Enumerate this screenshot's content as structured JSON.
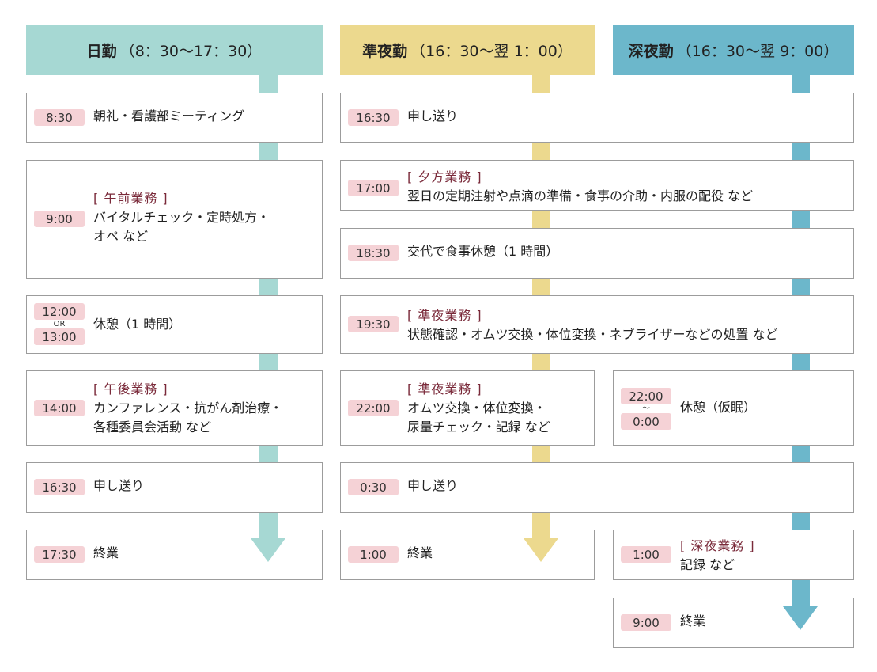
{
  "columns": [
    {
      "name": "日勤",
      "time": "（8：30〜17：30）",
      "color": "#a6d8d3",
      "items": [
        {
          "time": "8:30",
          "lines": [
            "朝礼・看護部ミーティング"
          ]
        },
        {
          "time": "9:00",
          "category": "[ 午前業務 ]",
          "lines": [
            "バイタルチェック・定時処方・",
            "オペ など"
          ]
        },
        {
          "time": "12:00",
          "time_sep": "OR",
          "time2": "13:00",
          "lines": [
            "休憩（1 時間）"
          ]
        },
        {
          "time": "14:00",
          "category": "[ 午後業務 ]",
          "lines": [
            "カンファレンス・抗がん剤治療・",
            "各種委員会活動 など"
          ]
        },
        {
          "time": "16:30",
          "lines": [
            "申し送り"
          ]
        },
        {
          "time": "17:30",
          "lines": [
            "終業"
          ]
        }
      ]
    },
    {
      "name": "準夜勤",
      "time": "（16：30〜翌 1：00）",
      "color": "#ecd98e",
      "items": [
        {
          "time": "16:30",
          "lines": [
            "申し送り"
          ]
        },
        {
          "time": "17:00",
          "category": "[ 夕方業務 ]",
          "lines": [
            "翌日の定期注射や点滴の準備・食事の介助・内服の配役 など"
          ]
        },
        {
          "time": "18:30",
          "lines": [
            "交代で食事休憩（1 時間）"
          ]
        },
        {
          "time": "19:30",
          "category": "[ 準夜業務 ]",
          "lines": [
            "状態確認・オムツ交換・体位変換・ネブライザーなどの処置 など"
          ]
        },
        {
          "time": "22:00",
          "category": "[ 準夜業務 ]",
          "lines": [
            "オムツ交換・体位変換・",
            "尿量チェック・記録 など"
          ]
        },
        {
          "time": "0:30",
          "lines": [
            "申し送り"
          ]
        },
        {
          "time": "1:00",
          "lines": [
            "終業"
          ]
        }
      ]
    },
    {
      "name": "深夜勤",
      "time": "（16：30〜翌 9：00）",
      "color": "#6cb7cb",
      "items": [
        {
          "time": "22:00",
          "time_sep": "〜",
          "time2": "0:00",
          "lines": [
            "休憩（仮眠）"
          ]
        },
        {
          "time": "1:00",
          "category": "[ 深夜業務 ]",
          "lines": [
            "記録 など"
          ]
        },
        {
          "time": "9:00",
          "lines": [
            "終業"
          ]
        }
      ]
    }
  ]
}
